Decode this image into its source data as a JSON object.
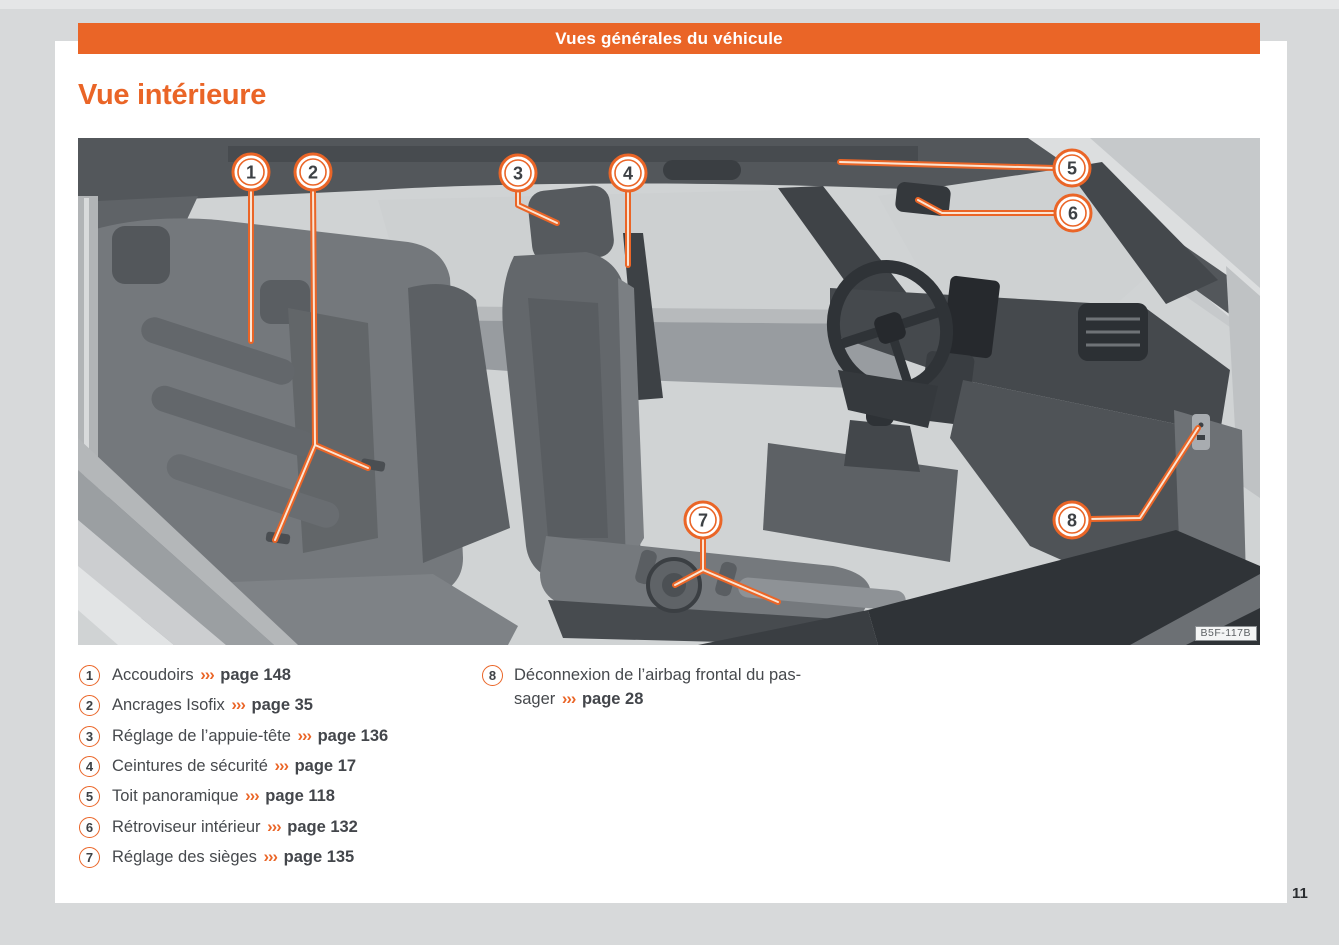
{
  "header": {
    "label": "Vues générales du véhicule"
  },
  "title": "Vue intérieure",
  "figure": {
    "image_code": "B5F-117B",
    "callouts": [
      "1",
      "2",
      "3",
      "4",
      "5",
      "6",
      "7",
      "8"
    ]
  },
  "legend": {
    "arrow": "›››",
    "items": [
      {
        "num": "1",
        "label": "Accoudoirs",
        "link": "page 148"
      },
      {
        "num": "2",
        "label": "Ancrages Isofix",
        "link": "page 35"
      },
      {
        "num": "3",
        "label": "Réglage de l’appuie-tête",
        "link": "page 136"
      },
      {
        "num": "4",
        "label": "Ceintures de sécurité",
        "link": "page 17"
      },
      {
        "num": "5",
        "label": "Toit panoramique",
        "link": "page 118"
      },
      {
        "num": "6",
        "label": "Rétroviseur intérieur",
        "link": "page 132"
      },
      {
        "num": "7",
        "label": "Réglage des sièges",
        "link": "page 135"
      },
      {
        "num": "8",
        "label_line1": "Déconnexion de l’airbag frontal du pas-",
        "label_line2": "sager",
        "link": "page 28"
      }
    ]
  },
  "page_number": "11",
  "colors": {
    "accent": "#ea6527",
    "text": "#46494d",
    "page_bg": "#ffffff",
    "canvas_bg": "#d7d9da"
  }
}
